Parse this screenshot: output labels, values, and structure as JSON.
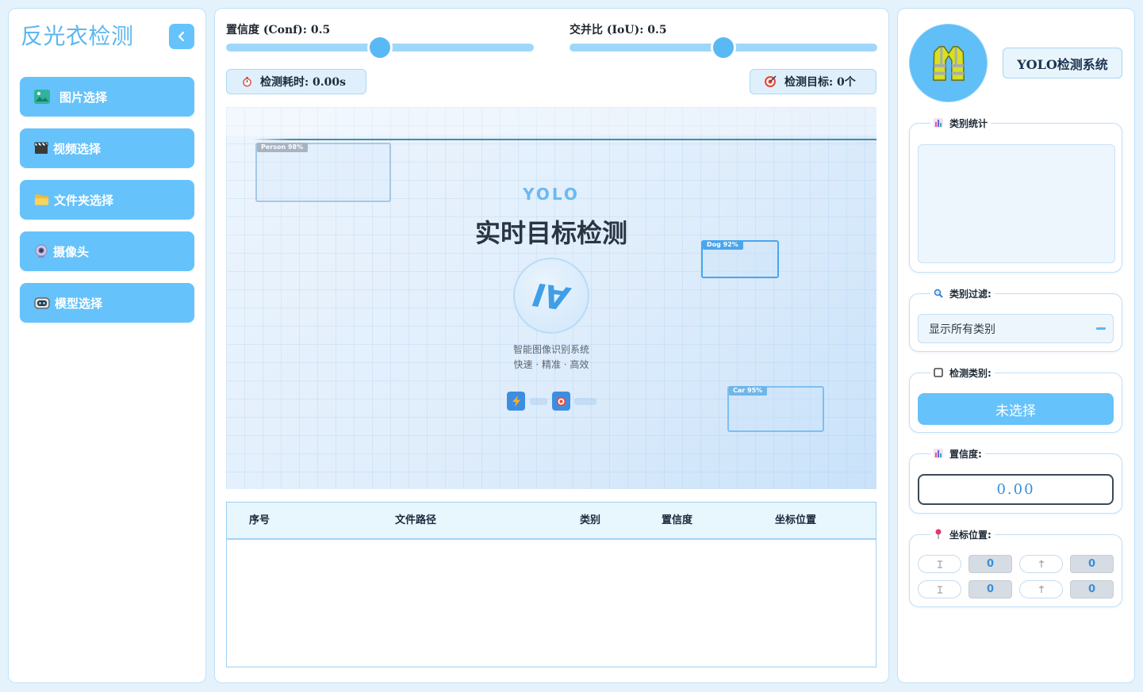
{
  "app": {
    "title": "反光衣检测"
  },
  "sidebar": {
    "collapse_icon": "chevron-left-icon",
    "items": [
      {
        "label": "图片选择",
        "icon": "image-icon"
      },
      {
        "label": "视频选择",
        "icon": "clapperboard-icon"
      },
      {
        "label": "文件夹选择",
        "icon": "folder-icon"
      },
      {
        "label": "摄像头",
        "icon": "webcam-icon"
      },
      {
        "label": "模型选择",
        "icon": "robot-icon"
      }
    ]
  },
  "controls": {
    "conf": {
      "label": "置信度 (Conf): 0.5",
      "value": 0.5
    },
    "iou": {
      "label": "交并比 (IoU): 0.5",
      "value": 0.5
    },
    "time_badge": {
      "label": "检测耗时: 0.00s",
      "icon": "stopwatch-icon"
    },
    "target_badge": {
      "label": "检测目标: 0个",
      "icon": "target-icon"
    }
  },
  "preview": {
    "brand": "YOLO",
    "headline": "实时目标检测",
    "emblem": "AI",
    "subtitle": "智能图像识别系统",
    "tagline": "快速 · 精准 · 高效",
    "boxes": [
      {
        "label": "Person 98%"
      },
      {
        "label": "Dog 92%"
      },
      {
        "label": "Car 95%"
      }
    ],
    "feature_icons": [
      "lightning-icon",
      "target-icon"
    ]
  },
  "results_table": {
    "columns": [
      "序号",
      "文件路径",
      "类别",
      "置信度",
      "坐标位置"
    ],
    "rows": []
  },
  "brand_panel": {
    "logo_icon": "safety-vest-icon",
    "title": "YOLO检测系统"
  },
  "class_stats": {
    "legend": "类别统计",
    "icon": "bar-chart-icon"
  },
  "class_filter": {
    "legend": "类别过滤:",
    "icon": "magnifier-icon",
    "selected": "显示所有类别"
  },
  "detect_class": {
    "legend": "检测类别:",
    "icon": "checkbox-icon",
    "button_label": "未选择"
  },
  "confidence": {
    "legend": "置信度:",
    "icon": "bar-chart-icon",
    "value": "0.00"
  },
  "coordinates": {
    "legend": "坐标位置:",
    "icon": "pushpin-icon",
    "cells": [
      {
        "icon": "x-axis-icon",
        "value": "0"
      },
      {
        "icon": "y-axis-icon",
        "value": "0"
      },
      {
        "icon": "x-axis-icon",
        "value": "0"
      },
      {
        "icon": "y-axis-icon",
        "value": "0"
      }
    ]
  },
  "colors": {
    "accent": "#66c2fa",
    "background": "#e4f2fc",
    "title": "#5db7ee"
  }
}
